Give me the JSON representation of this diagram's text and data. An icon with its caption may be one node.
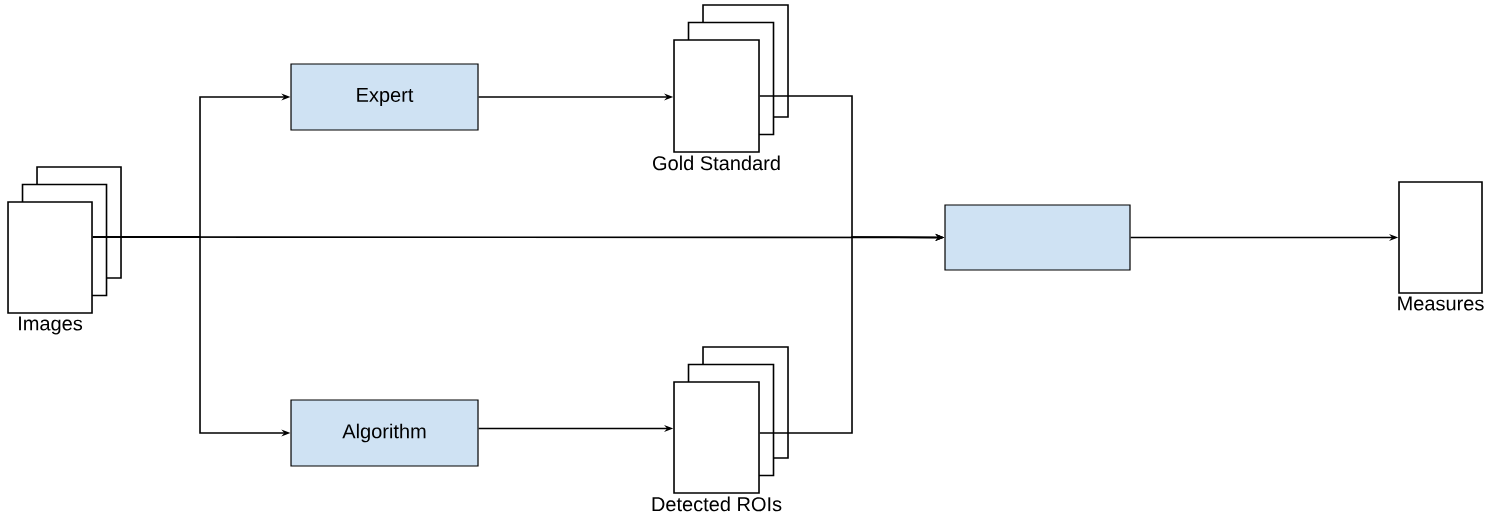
{
  "diagram": {
    "nodes": [
      {
        "text": [
          "Images"
        ]
      },
      {
        "text": [
          "Expert"
        ]
      },
      {
        "text": [
          "Algorithm"
        ]
      },
      {
        "text": [
          "Gold Standard"
        ]
      },
      {
        "text": [
          "Detected ROIs"
        ]
      },
      {
        "text": [],
        "shape": "box"
      },
      {
        "text": [
          "Measures"
        ]
      }
    ],
    "edges": [
      {
        "from": 0,
        "to": 1,
        "arrow": "to"
      },
      {
        "from": 0,
        "to": 2,
        "arrow": "to"
      },
      {
        "from": 0,
        "to": 5,
        "arrow": "to"
      },
      {
        "from": 1,
        "to": 3,
        "arrow": "to"
      },
      {
        "from": 2,
        "to": 4,
        "arrow": "to"
      },
      {
        "from": 3,
        "to": 5,
        "arrow": "to"
      },
      {
        "from": 4,
        "to": 5,
        "arrow": "to"
      },
      {
        "from": 5,
        "to": 6,
        "arrow": "to"
      }
    ]
  }
}
